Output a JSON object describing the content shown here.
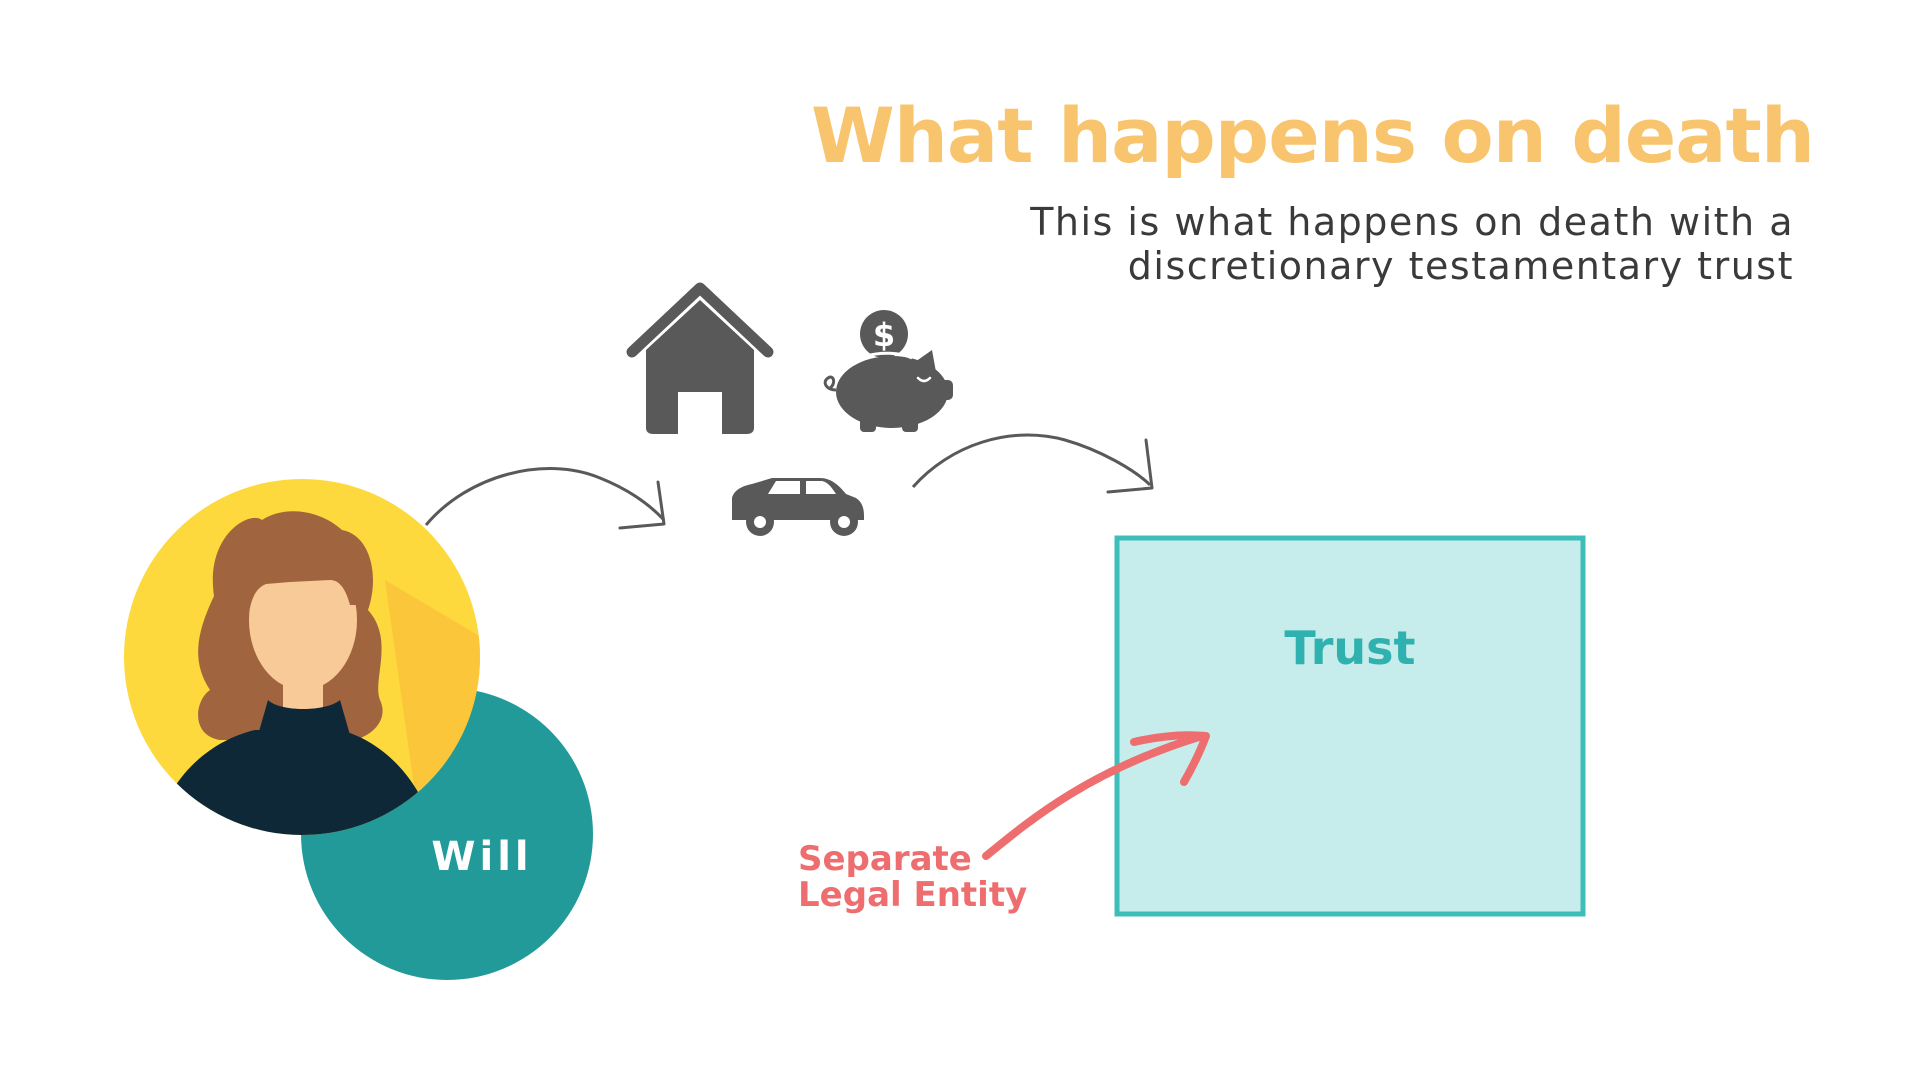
{
  "header": {
    "title": "What happens on death",
    "subtitle_line1": "This is what happens on death with a",
    "subtitle_line2": "discretionary testamentary trust"
  },
  "diagram": {
    "will_label": "Will",
    "trust_label": "Trust",
    "annotation_line1": "Separate",
    "annotation_line2": "Legal Entity"
  },
  "icons": {
    "person": "person-avatar-icon",
    "house": "house-icon",
    "piggy_bank": "piggy-bank-icon",
    "car": "car-icon",
    "arrows": "curved-arrow-icon"
  },
  "colors": {
    "title": "#F8C56E",
    "subtitle": "#3a3a3a",
    "will_circle": "#229A99",
    "will_text": "#ffffff",
    "avatar_background": "#FDD93D",
    "avatar_shade": "#FBC63A",
    "hair": "#A0653E",
    "skin": "#F8CA97",
    "shirt": "#0F2838",
    "icon_gray": "#595959",
    "trust_fill": "#C6ECEB",
    "trust_border": "#3EBEBB",
    "trust_text": "#2FB1AF",
    "annotation": "#EE6E6F"
  }
}
